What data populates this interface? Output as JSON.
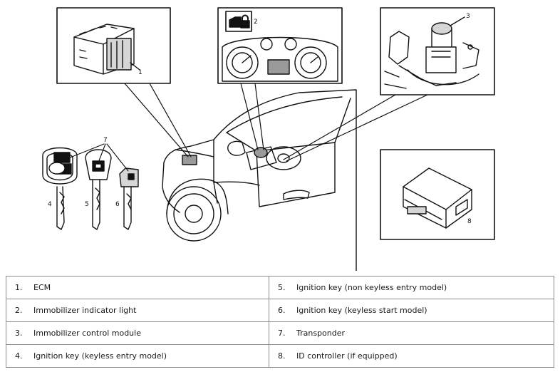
{
  "callouts": [
    "1",
    "2",
    "3",
    "4",
    "5",
    "6",
    "7",
    "8"
  ],
  "legend": [
    {
      "num": "1.",
      "text": "ECM"
    },
    {
      "num": "5.",
      "text": "Ignition key (non keyless entry model)"
    },
    {
      "num": "2.",
      "text": "Immobilizer indicator light"
    },
    {
      "num": "6.",
      "text": "Ignition key (keyless start model)"
    },
    {
      "num": "3.",
      "text": "Immobilizer control module"
    },
    {
      "num": "7.",
      "text": "Transponder"
    },
    {
      "num": "4.",
      "text": "Ignition key (keyless entry model)"
    },
    {
      "num": "8.",
      "text": "ID controller (if equipped)"
    }
  ],
  "colors": {
    "line": "#111111",
    "fill_light": "#d6d6d6",
    "fill_mid": "#9a9a9a",
    "border": "#8c8c8c"
  }
}
